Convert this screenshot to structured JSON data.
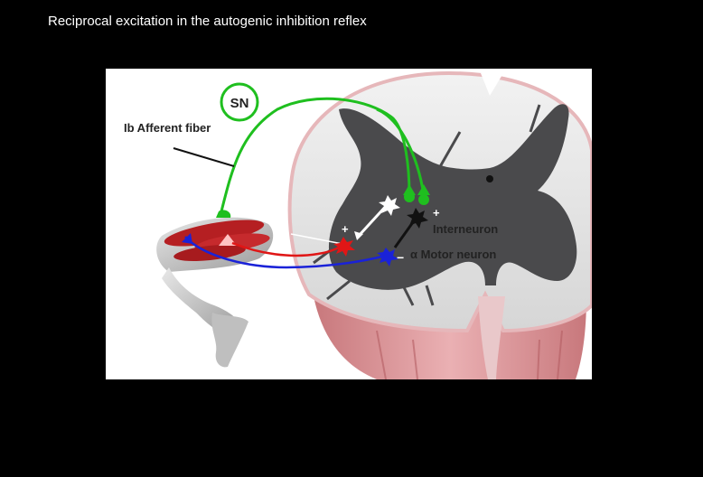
{
  "slide": {
    "title": "Reciprocal excitation in the autogenic inhibition reflex"
  },
  "diagram": {
    "sn_label": "SN",
    "afferent_label": "Ib  Afferent fiber",
    "interneuron_label": "Interneuron",
    "motor_neuron_label": "α  Motor neuron",
    "plus_sign": "+",
    "minus_sign": "−",
    "colors": {
      "afferent": "#1fbf1f",
      "excitatory_path": "#e01616",
      "motor_path": "#1a22d8",
      "inhibitory_interneuron": "#ffffff",
      "excitatory_interneuron": "#111111",
      "gray_matter": "#4a4a4c",
      "cord_rim": "#e3a3a6",
      "muscle": "#b51f22"
    }
  }
}
